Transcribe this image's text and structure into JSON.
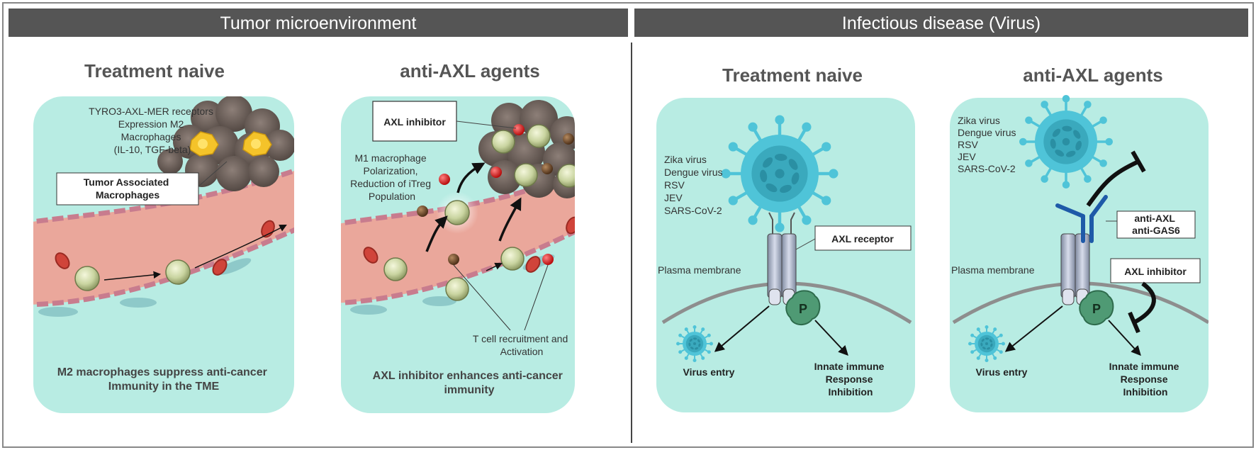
{
  "headers": {
    "left": "Tumor microenvironment",
    "right": "Infectious disease (Virus)"
  },
  "panels": {
    "p1": {
      "title": "Treatment naive",
      "receptors_lines": [
        "TYRO3-AXL-MER receptors",
        "Expression M2",
        "Macrophages",
        "(IL-10, TGF-beta)"
      ],
      "tam_lines": [
        "Tumor Associated",
        "Macrophages"
      ],
      "caption_lines": [
        "M2 macrophages suppress anti-cancer",
        "Immunity in the TME"
      ]
    },
    "p2": {
      "title": "anti-AXL agents",
      "inhibitor_box": "AXL inhibitor",
      "m1_lines": [
        "M1 macrophage",
        "Polarization,",
        "Reduction of iTreg",
        "Population"
      ],
      "tcell_lines": [
        "T cell recruitment and",
        "Activation"
      ],
      "caption_lines": [
        "AXL inhibitor enhances anti-cancer",
        "immunity"
      ]
    },
    "p3": {
      "title": "Treatment naive",
      "virus_list": [
        "Zika virus",
        "Dengue virus",
        "RSV",
        "JEV",
        "SARS-CoV-2"
      ],
      "receptor_box": "AXL receptor",
      "membrane": "Plasma membrane",
      "p_label": "P",
      "entry": "Virus entry",
      "innate_lines": [
        "Innate immune",
        "Response",
        "Inhibition"
      ]
    },
    "p4": {
      "title": "anti-AXL agents",
      "virus_list": [
        "Zika virus",
        "Dengue virus",
        "RSV",
        "JEV",
        "SARS-CoV-2"
      ],
      "antibody_lines": [
        "anti-AXL",
        "anti-GAS6"
      ],
      "inhibitor_box": "AXL inhibitor",
      "membrane": "Plasma membrane",
      "p_label": "P",
      "entry": "Virus entry",
      "innate_lines": [
        "Innate immune",
        "Response",
        "Inhibition"
      ]
    }
  },
  "colors": {
    "header_bg": "#555555",
    "panel_bg": "#b8ece3",
    "vessel": "#eaa79b",
    "virus": "#4fc4d8",
    "antibody": "#1e5aa8"
  }
}
